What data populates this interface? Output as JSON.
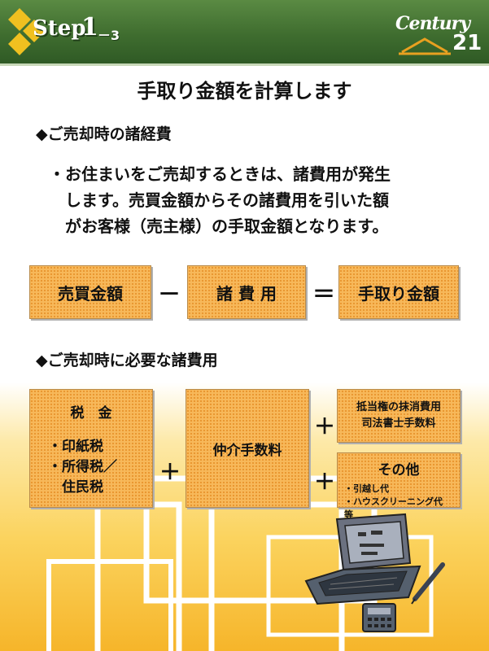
{
  "header": {
    "step_label": "Step",
    "step_number": "1",
    "step_sub": "－3",
    "logo_text": "Century",
    "logo_number": "21",
    "accent_green": "#3f6d2f",
    "accent_yellow": "#f0c020"
  },
  "title": "手取り金額を計算します",
  "section1": {
    "heading": "◆ご売却時の諸経費",
    "lines": [
      "・お住まいをご売却するときは、諸費用が発生",
      "します。売買金額からその諸費用を引いた額",
      "がお客様（売主様）の手取金額となります。"
    ]
  },
  "equation": {
    "term1": "売買金額",
    "op1": "－",
    "term2": "諸 費 用",
    "op2": "＝",
    "result": "手取り金額"
  },
  "section2": {
    "heading": "◆ご売却時に必要な諸費用",
    "tax": {
      "title": "税　金",
      "items": [
        "・印紙税",
        "・所得税／",
        "　住民税"
      ]
    },
    "plus1": "＋",
    "brokerage": "仲介手数料",
    "plus2": "＋",
    "mortgage": {
      "line1": "抵当権の抹消費用",
      "line2": "司法書士手数料"
    },
    "plus3": "＋",
    "other": {
      "title": "その他",
      "items": [
        "・引越し代",
        "・ハウスクリーニング代　等"
      ]
    },
    "box_color": "#f7b85a"
  }
}
